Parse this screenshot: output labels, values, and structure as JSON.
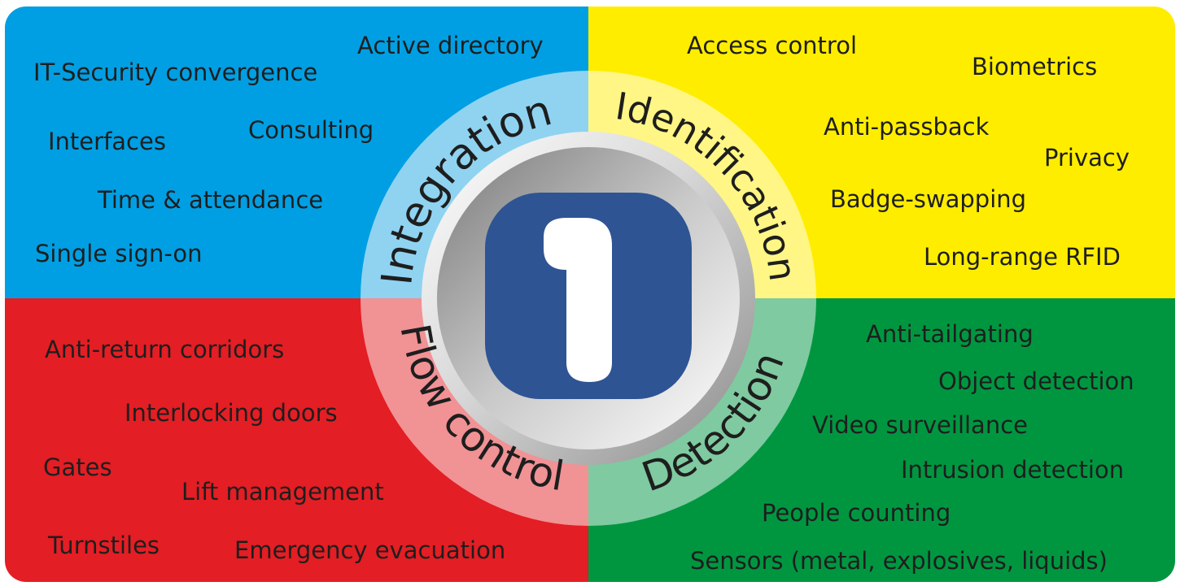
{
  "colors": {
    "integration": "#009fe3",
    "identification": "#ffed00",
    "detection": "#009640",
    "flow_control": "#e31e24",
    "integration_ring": "#8fd3f1",
    "identification_ring": "#fff685",
    "detection_ring": "#7fcaa0",
    "flow_control_ring": "#f19295",
    "badge": "#2e5494",
    "numeral": "#ffffff",
    "text": "#1e1e1e"
  },
  "center": {
    "numeral": "1",
    "icon": "number-one-badge-icon"
  },
  "sectors": {
    "integration": {
      "label": "Integration",
      "items": [
        "Active directory",
        "IT-Security convergence",
        "Interfaces",
        "Consulting",
        "Time & attendance",
        "Single sign-on"
      ]
    },
    "identification": {
      "label": "Identification",
      "items": [
        "Access control",
        "Biometrics",
        "Anti-passback",
        "Privacy",
        "Badge-swapping",
        "Long-range RFID"
      ]
    },
    "flow_control": {
      "label": "Flow control",
      "items": [
        "Anti-return corridors",
        "Interlocking doors",
        "Gates",
        "Lift management",
        "Turnstiles",
        "Emergency evacuation"
      ]
    },
    "detection": {
      "label": "Detection",
      "items": [
        "Anti-tailgating",
        "Object detection",
        "Video surveillance",
        "Intrusion detection",
        "People counting",
        "Sensors (metal, explosives, liquids)"
      ]
    }
  }
}
